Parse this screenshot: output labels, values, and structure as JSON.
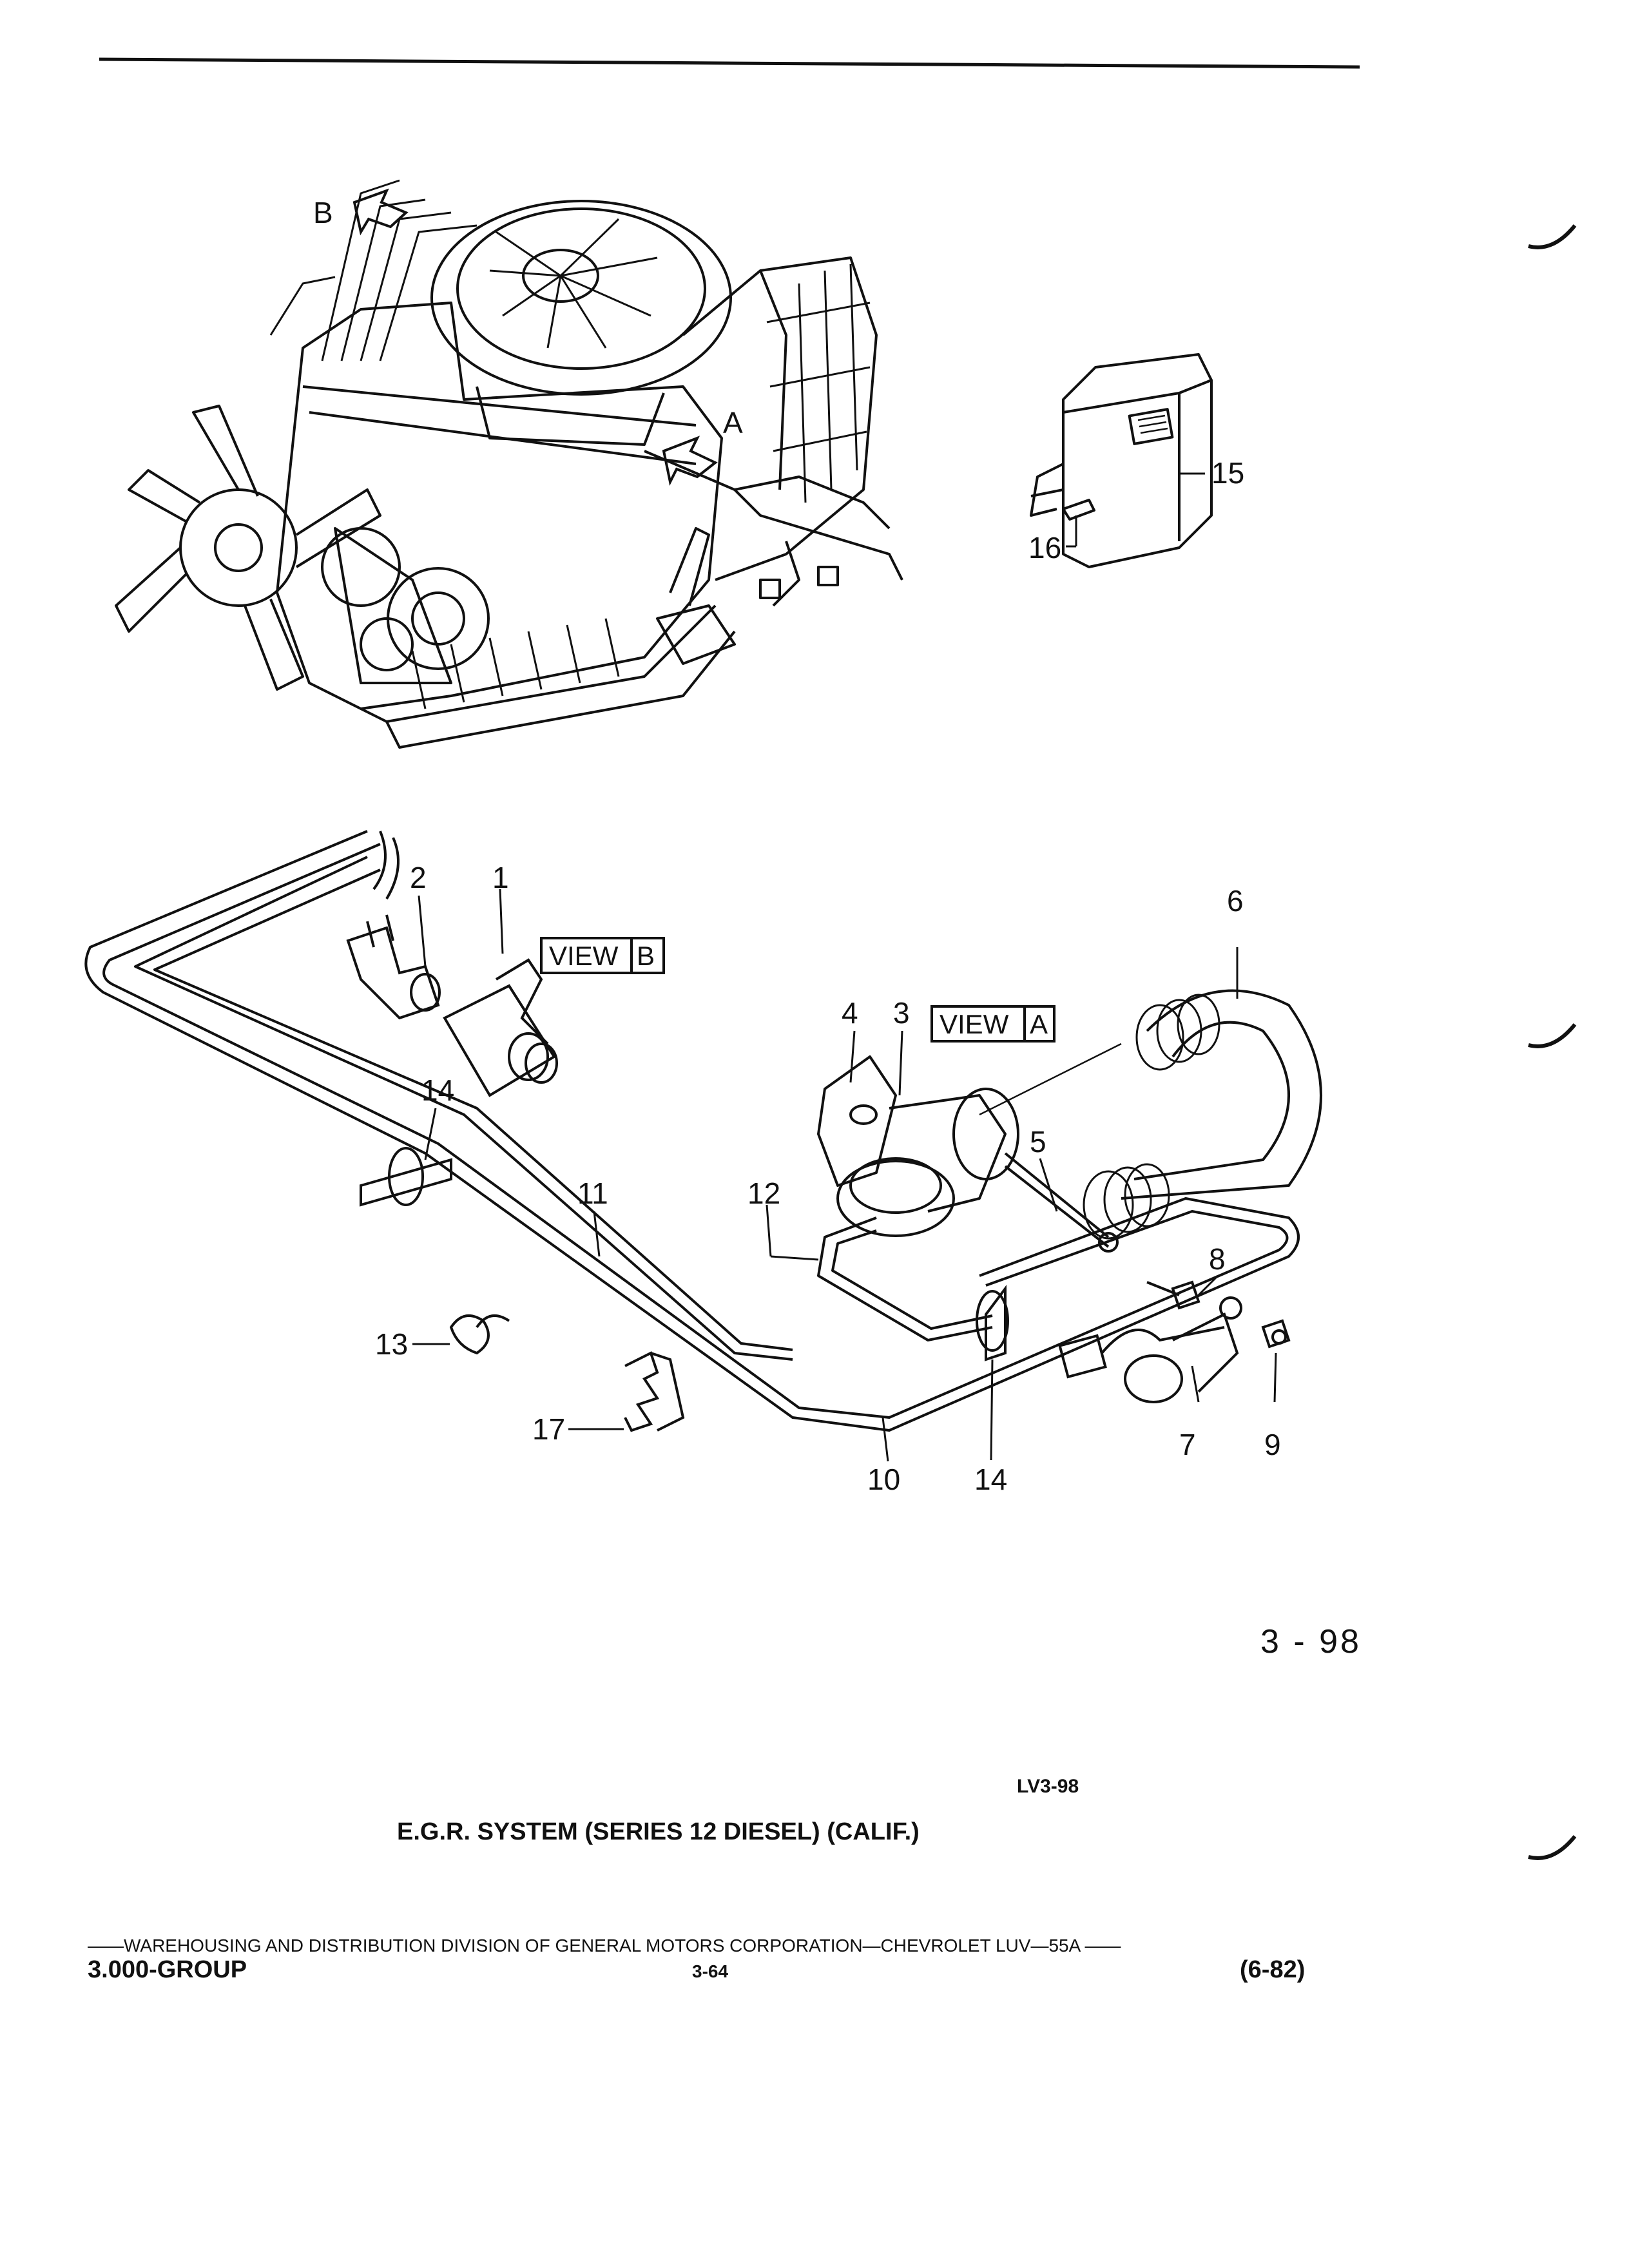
{
  "plate": {
    "number": "3 - 98",
    "ref_code": "LV3-98",
    "caption": "E.G.R. SYSTEM (SERIES 12 DIESEL) (CALIF.)"
  },
  "footer": {
    "line": "——WAREHOUSING AND DISTRIBUTION  DIVISION OF GENERAL MOTORS CORPORATION—CHEVROLET LUV—55A  ——",
    "group": "3.000-GROUP",
    "page": "3-64",
    "date": "(6-82)"
  },
  "views": {
    "b_label": "VIEW",
    "b_letter": "B",
    "a_label": "VIEW",
    "a_letter": "A",
    "arrow_b": "B",
    "arrow_a": "A"
  },
  "callouts": {
    "c1": "1",
    "c2": "2",
    "c3": "3",
    "c4": "4",
    "c5": "5",
    "c6": "6",
    "c7": "7",
    "c8": "8",
    "c9": "9",
    "c10": "10",
    "c11": "11",
    "c12": "12",
    "c13": "13",
    "c14a": "14",
    "c14b": "14",
    "c15": "15",
    "c16": "16",
    "c17": "17"
  }
}
